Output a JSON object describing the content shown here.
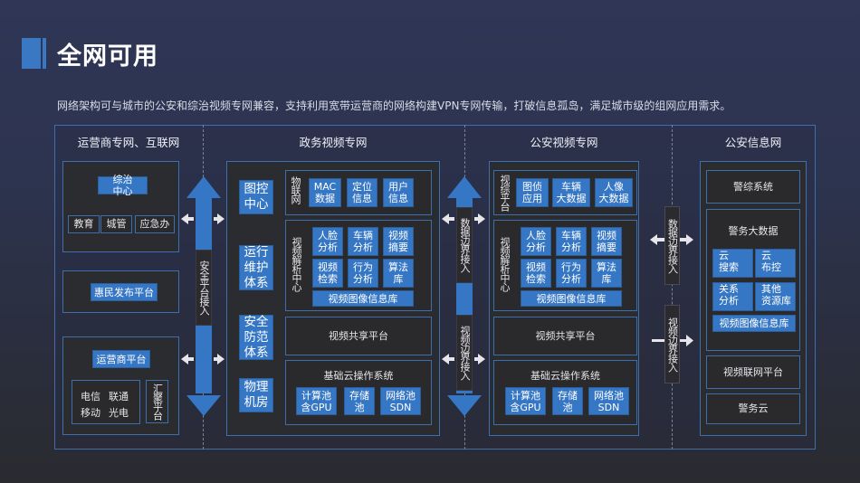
{
  "header": {
    "title": "全网可用",
    "subtitle": "网络架构可与城市的公安和综治视频专网兼容，支持利用宽带运营商的网络构建VPN专网传输，打破信息孤岛，满足城市级的组网应用需求。"
  },
  "colors": {
    "accent": "#3677c5",
    "border": "#3d6eb0",
    "box_bg": "#2b2c30"
  },
  "columns": {
    "carrier": {
      "title": "运营商专网、互联网",
      "zongzhi": {
        "title": "综治中心",
        "items": [
          "教育",
          "城管",
          "应急办"
        ]
      },
      "huimin": "惠民发布平台",
      "operator": {
        "title": "运营商平台",
        "carriers": [
          "电信",
          "联通",
          "移动",
          "光电"
        ],
        "aggregation": "汇聚平台"
      }
    },
    "gov": {
      "title": "政务视频专网",
      "side": [
        "图控中心",
        "运行维护体系",
        "安全防范体系",
        "物理机房"
      ],
      "iot": {
        "label": "物联网",
        "items": [
          "MAC数据",
          "定位信息",
          "用户信息"
        ]
      },
      "analysis": {
        "label": "视频解析中心",
        "items": [
          "人脸分析",
          "车辆分析",
          "视频摘要",
          "视频检索",
          "行为分析",
          "算法库"
        ],
        "db": "视频图像信息库"
      },
      "share": "视频共享平台",
      "cloud": {
        "title": "基础云操作系统",
        "items": [
          "计算池含GPU",
          "存储池",
          "网络池SDN"
        ]
      }
    },
    "police_video": {
      "title": "公安视频专网",
      "platform": {
        "label": "视综平台",
        "items": [
          "图侦应用",
          "车辆大数据",
          "人像大数据"
        ]
      },
      "analysis": {
        "label": "视频解析中心",
        "items": [
          "人脸分析",
          "车辆分析",
          "视频摘要",
          "视频检索",
          "行为分析",
          "算法库"
        ],
        "db": "视频图像信息库"
      },
      "share": "视频共享平台",
      "cloud": {
        "title": "基础云操作系统",
        "items": [
          "计算池含GPU",
          "存储池",
          "网络池SDN"
        ]
      }
    },
    "police_info": {
      "title": "公安信息网",
      "jingzong": "警综系统",
      "bigdata": {
        "title": "警务大数据",
        "items": [
          "云搜索",
          "云布控",
          "关系分析",
          "其他资源库"
        ],
        "db": "视频图像信息库"
      },
      "video_net": "视频联网平台",
      "cloud": "警务云"
    }
  },
  "connectors": {
    "secure_access": "安全平台接入",
    "data_boundary": "数据边界接入",
    "video_boundary": "视频边界接入"
  }
}
